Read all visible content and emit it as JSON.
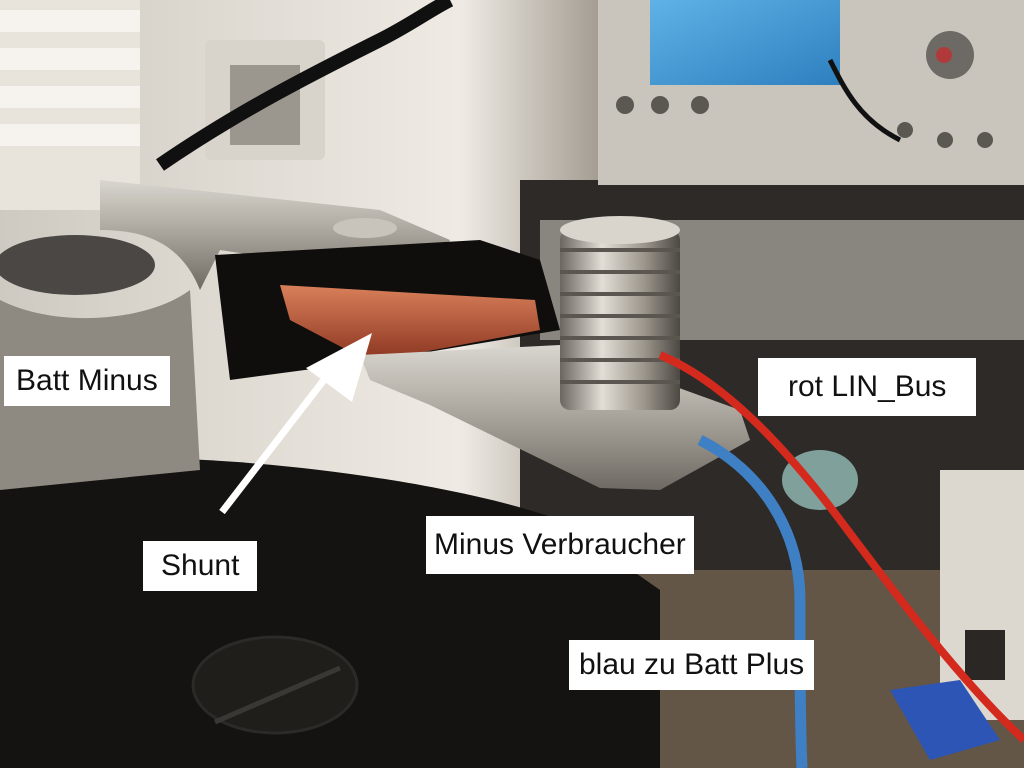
{
  "labels": {
    "batt_minus": "Batt Minus",
    "rot_lin_bus": "rot LIN_Bus",
    "shunt": "Shunt",
    "minus_verbraucher": "Minus Verbraucher",
    "blau_zu_batt_plus": "blau zu Batt Plus"
  },
  "colors": {
    "label_background": "#ffffff",
    "label_text": "#111111",
    "arrow": "#ffffff",
    "red_wire": "#d42a1e",
    "blue_wire": "#3f7fc4",
    "copper_shunt": "#b4532f"
  }
}
